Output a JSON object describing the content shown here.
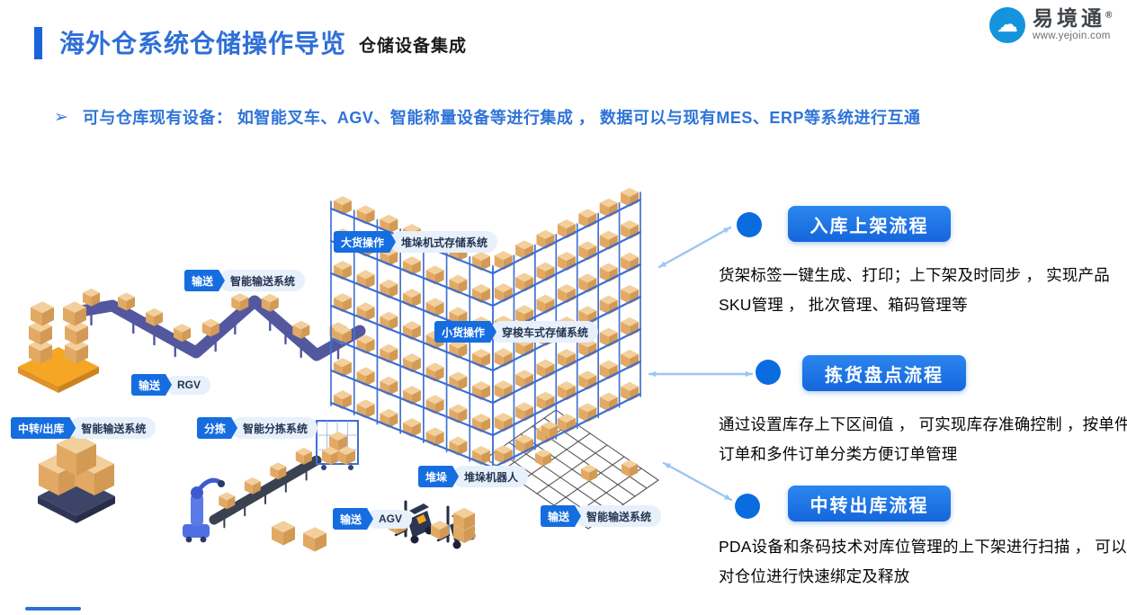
{
  "header": {
    "title": "海外仓系统仓储操作导览",
    "subtitle": "仓储设备集成",
    "accent_color": "#1b64d8"
  },
  "logo": {
    "brand": "易境通",
    "reg": "®",
    "url": "www.yejoin.com",
    "icon_glyph": "☁",
    "brand_color": "#1593dc"
  },
  "bullet": {
    "marker": "➢",
    "text": "可与仓库现有设备： 如智能叉车、AGV、智能称量设备等进行集成 ， 数据可以与现有MES、ERP等系统进行互通"
  },
  "diagram": {
    "tag_color": "#156de0",
    "pill_bg": "#e7f0fb",
    "tags": [
      {
        "tag": "大货操作",
        "label": "堆垛机式存储系统"
      },
      {
        "tag": "输送",
        "label": "智能输送系统"
      },
      {
        "tag": "小货操作",
        "label": "穿梭车式存储系统"
      },
      {
        "tag": "输送",
        "label": "RGV"
      },
      {
        "tag": "中转/出库",
        "label": "智能输送系统"
      },
      {
        "tag": "分拣",
        "label": "智能分拣系统"
      },
      {
        "tag": "堆垛",
        "label": "堆垛机器人"
      },
      {
        "tag": "输送",
        "label": "AGV"
      },
      {
        "tag": "输送",
        "label": "智能输送系统"
      }
    ]
  },
  "processes": [
    {
      "title": "入库上架流程",
      "description": "货架标签一键生成、打印；上下架及时同步 ， 实现产品SKU管理 ， 批次管理、箱码管理等"
    },
    {
      "title": "拣货盘点流程",
      "description": "通过设置库存上下区间值 ， 可实现库存准确控制 ，按单件订单和多件订单分类方便订单管理"
    },
    {
      "title": "中转出库流程",
      "description": "PDA设备和条码技术对库位管理的上下架进行扫描 ， 可以对仓位进行快速绑定及释放"
    }
  ],
  "colors": {
    "button_blue": "#1566dc",
    "dot_blue": "#0b6ce0",
    "arrow_blue": "#9cc6f2",
    "belt_purple": "#53589e",
    "rack_blue": "#3e6ed2",
    "box_tan": "#e2a964",
    "pallet_orange": "#f5a623"
  }
}
